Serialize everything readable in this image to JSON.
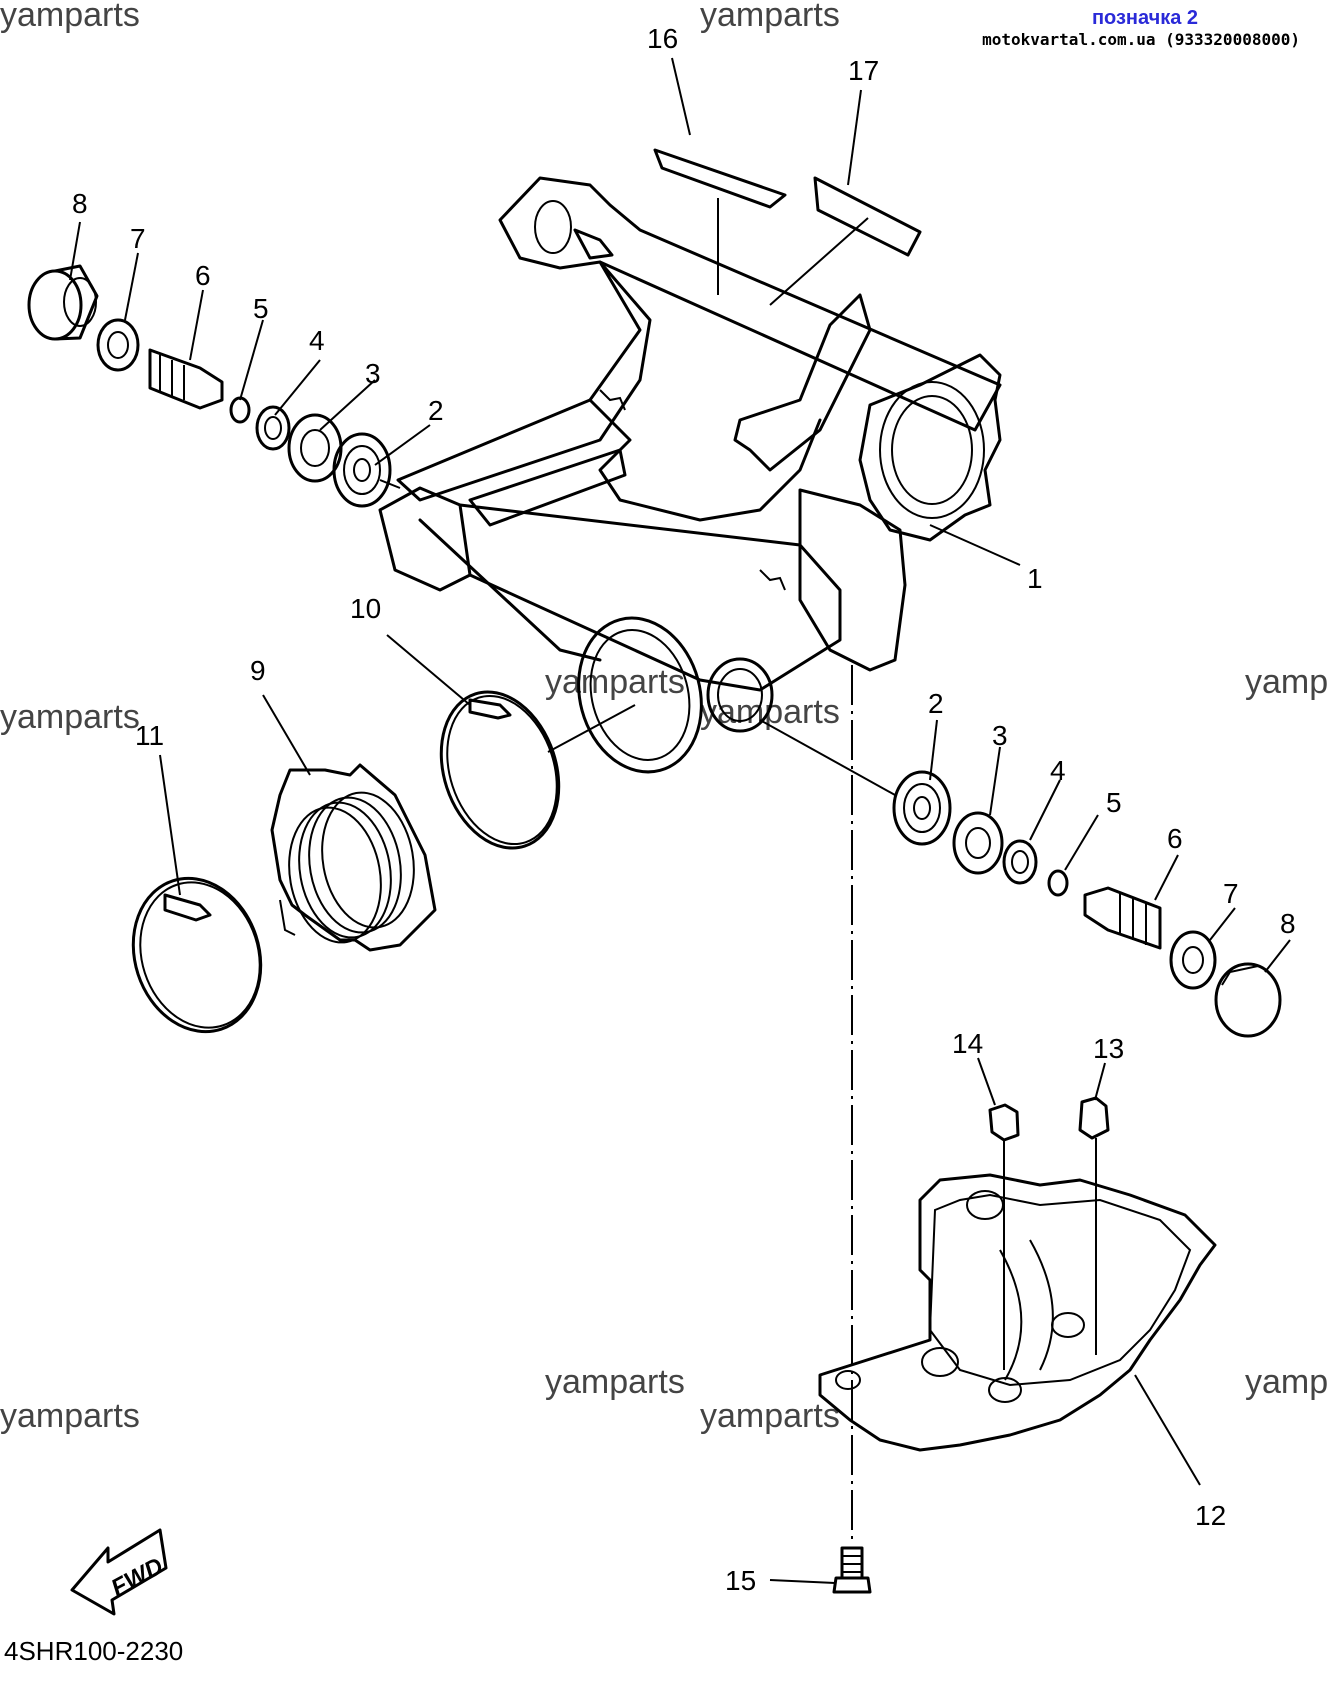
{
  "header": {
    "label": "позначка 2",
    "contact": "motokvartal.com.ua (933320008000)"
  },
  "watermark": "yamparts",
  "diagram_code": "4SHR100-2230",
  "fwd_label": "FWD",
  "callouts": {
    "c1": "1",
    "c2a": "2",
    "c3a": "3",
    "c4a": "4",
    "c5a": "5",
    "c6a": "6",
    "c7a": "7",
    "c8a": "8",
    "c2b": "2",
    "c3b": "3",
    "c4b": "4",
    "c5b": "5",
    "c6b": "6",
    "c7b": "7",
    "c8b": "8",
    "c9": "9",
    "c10": "10",
    "c11": "11",
    "c12": "12",
    "c13": "13",
    "c14": "14",
    "c15": "15",
    "c16": "16",
    "c17": "17"
  }
}
